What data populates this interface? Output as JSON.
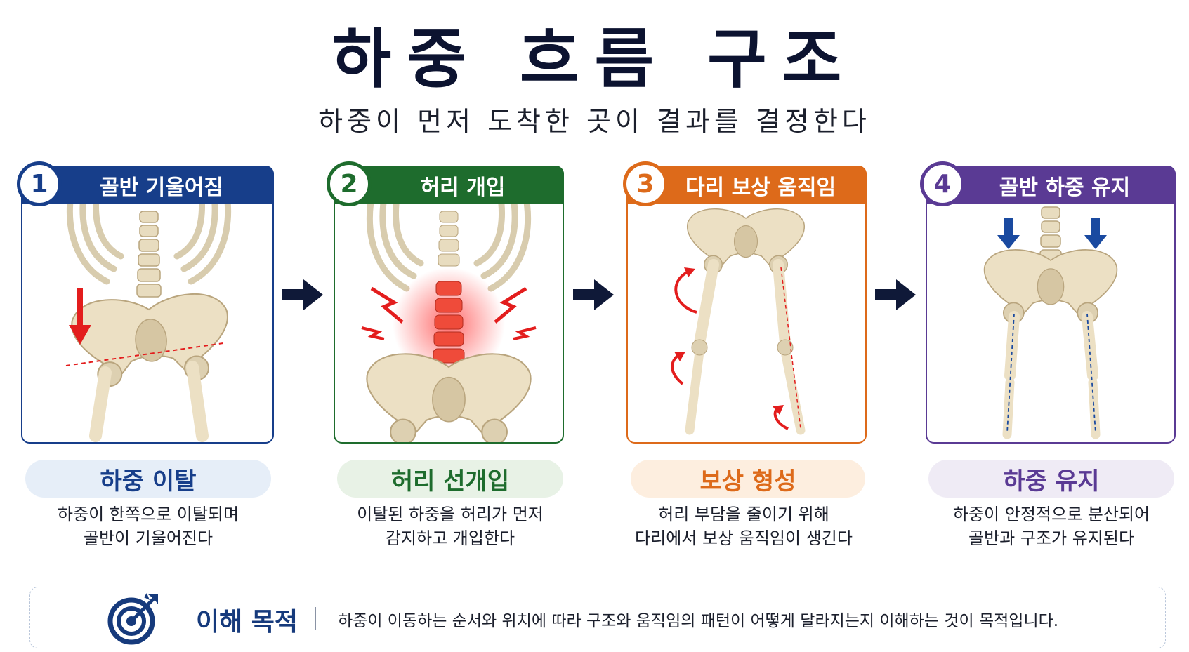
{
  "title": "하중 흐름 구조",
  "subtitle": "하중이 먼저 도착한 곳이 결과를 결정한다",
  "colors": {
    "blue": "#173e8a",
    "green": "#1e6c2d",
    "orange": "#dd6a1a",
    "purple": "#5a3a94",
    "navy_arrow": "#0f1938",
    "alert_red": "#e31d1d"
  },
  "steps": [
    {
      "number": "1",
      "header": "골반 기울어짐",
      "result": "하중 이탈",
      "desc_line1": "하중이 한쪽으로 이탈되며",
      "desc_line2": "골반이 기울어진다",
      "color": "#173e8a",
      "pill_bg": "#e6eef8",
      "icon": "pelvis-tilt-illustration"
    },
    {
      "number": "2",
      "header": "허리 개입",
      "result": "허리 선개입",
      "desc_line1": "이탈된 하중을 허리가 먼저",
      "desc_line2": "감지하고 개입한다",
      "color": "#1e6c2d",
      "pill_bg": "#e8f2e6",
      "icon": "lumbar-pain-illustration"
    },
    {
      "number": "3",
      "header": "다리 보상 움직임",
      "result": "보상 형성",
      "desc_line1": "허리 부담을 줄이기 위해",
      "desc_line2": "다리에서 보상 움직임이 생긴다",
      "color": "#dd6a1a",
      "pill_bg": "#fdeedf",
      "icon": "leg-compensation-illustration"
    },
    {
      "number": "4",
      "header": "골반 하중 유지",
      "result": "하중 유지",
      "desc_line1": "하중이 안정적으로 분산되어",
      "desc_line2": "골반과 구조가 유지된다",
      "color": "#5a3a94",
      "pill_bg": "#efebf5",
      "icon": "load-maintained-illustration"
    }
  ],
  "goal": {
    "label": "이해 목적",
    "text": "하중이 이동하는 순서와 위치에 따라 구조와 움직임의 패턴이 어떻게 달라지는지 이해하는 것이 목적입니다.",
    "icon": "target-icon"
  }
}
